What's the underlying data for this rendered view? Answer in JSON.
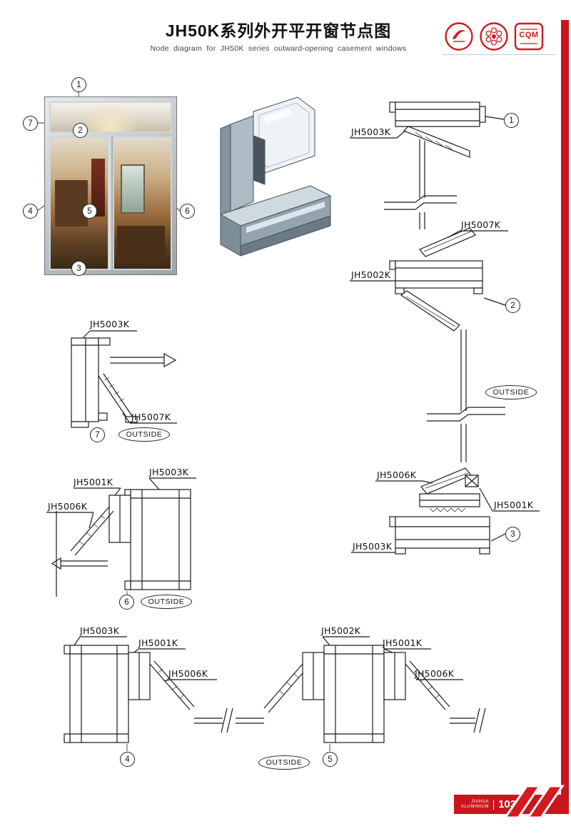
{
  "header": {
    "title": "JH50K系列外开平开窗节点图",
    "subtitle": "Node diagram for JH50K series outward-opening casement windows",
    "logos": [
      "jiahua-brand-seal",
      "certification-seal",
      "cqm-mark"
    ],
    "cqm": "CQM",
    "accent_red": "#c9151e"
  },
  "callouts": {
    "n1": "1",
    "n2": "2",
    "n3": "3",
    "n4": "4",
    "n5": "5",
    "n6": "6",
    "n7": "7"
  },
  "profile_labels": {
    "jh5001k": "JH5001K",
    "jh5002k": "JH5002K",
    "jh5003k": "JH5003K",
    "jh5006k": "JH5006K",
    "jh5007k": "JH5007K",
    "outside": "OUTSIDE"
  },
  "footer": {
    "brand_line1": "JIAHUA",
    "brand_line2": "ALUMINIUM",
    "page_number": "103"
  }
}
